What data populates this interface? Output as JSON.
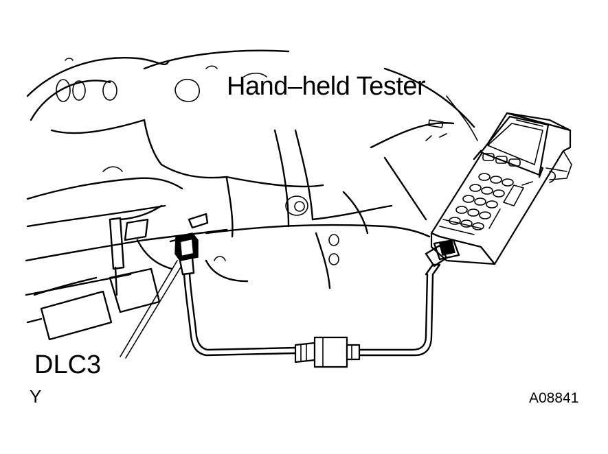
{
  "labels": {
    "tester": "Hand–held Tester",
    "connector": "DLC3",
    "corner_letter": "Y",
    "figure_code": "A08841"
  }
}
